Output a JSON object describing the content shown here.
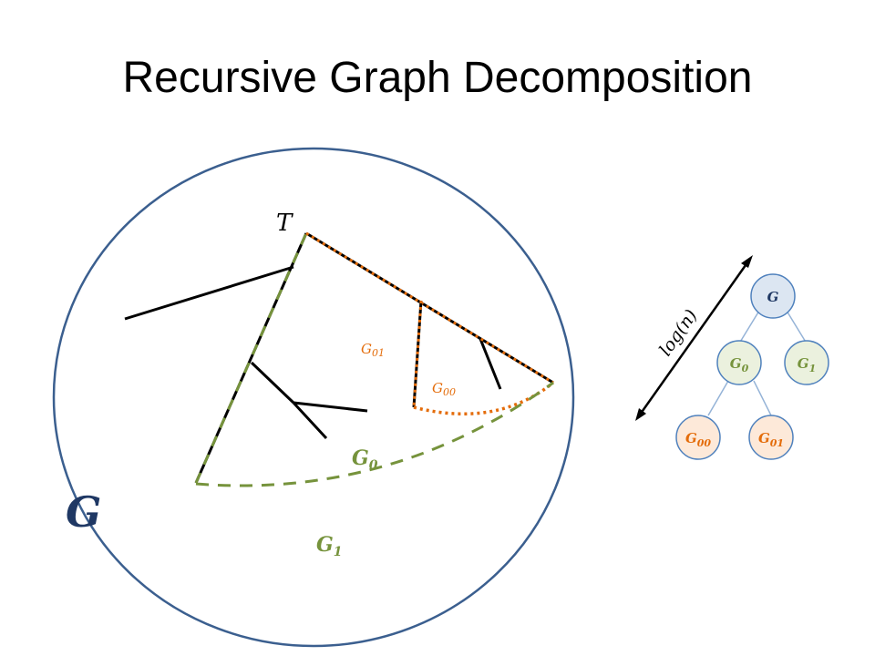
{
  "slide": {
    "title": "Recursive Graph Decomposition"
  },
  "labels": {
    "tree": "T",
    "graph": "G",
    "part_g0": "G",
    "part_g0_sub": "0",
    "part_g1": "G",
    "part_g1_sub": "1",
    "part_g00": "G",
    "part_g00_sub": "00",
    "part_g01": "G",
    "part_g01_sub": "01",
    "depth": "log(n)"
  },
  "hierarchy": {
    "root": {
      "name": "G",
      "sub": ""
    },
    "level1": [
      {
        "name": "G",
        "sub": "0"
      },
      {
        "name": "G",
        "sub": "1"
      }
    ],
    "level2": [
      {
        "name": "G",
        "sub": "00"
      },
      {
        "name": "G",
        "sub": "01"
      }
    ]
  },
  "colors": {
    "ellipse_stroke": "#3b5f8f",
    "tree_edges": "#000000",
    "green_cut": "#76933c",
    "orange_cut": "#e46c0a",
    "label_orange": "#e46c0a",
    "label_green": "#76933c",
    "label_blue": "#1f3864",
    "node_root_fill": "#dce6f2",
    "node_green_fill": "#ebf1de",
    "node_orange_fill": "#fde9d9",
    "node_stroke": "#4f81bd"
  }
}
